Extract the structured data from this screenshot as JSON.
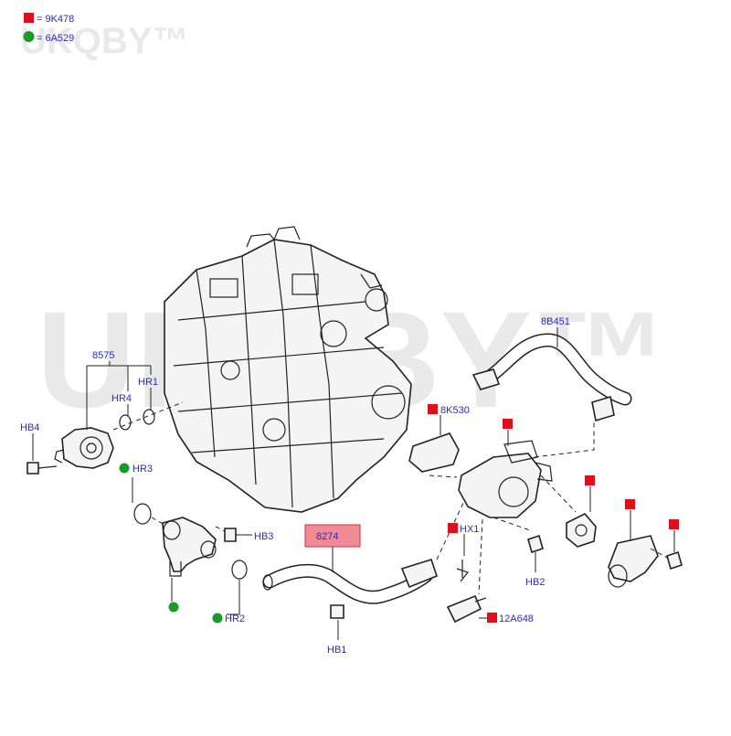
{
  "watermark": "UKQBY™",
  "legend": {
    "items": [
      {
        "marker": "red-square",
        "color": "#e0101a",
        "text": "= 9K478"
      },
      {
        "marker": "green-dot",
        "color": "#1a9a2a",
        "text": "= 6A529"
      }
    ]
  },
  "callouts": {
    "c8575": "8575",
    "hr1": "HR1",
    "hr4": "HR4",
    "hb4": "HB4",
    "hr3": "HR3",
    "hb3": "HB3",
    "hr2": "HR2",
    "c8274": "8274",
    "hb1": "HB1",
    "hx1": "HX1",
    "c12a648": "12A648",
    "hb2": "HB2",
    "c8b451": "8B451",
    "c8k530": "8K530"
  },
  "colors": {
    "label": "#2a2ad0",
    "red_marker": "#e0101a",
    "green_marker": "#1a9a2a",
    "highlight_fill": "#f08a94",
    "highlight_stroke": "#d23040"
  }
}
